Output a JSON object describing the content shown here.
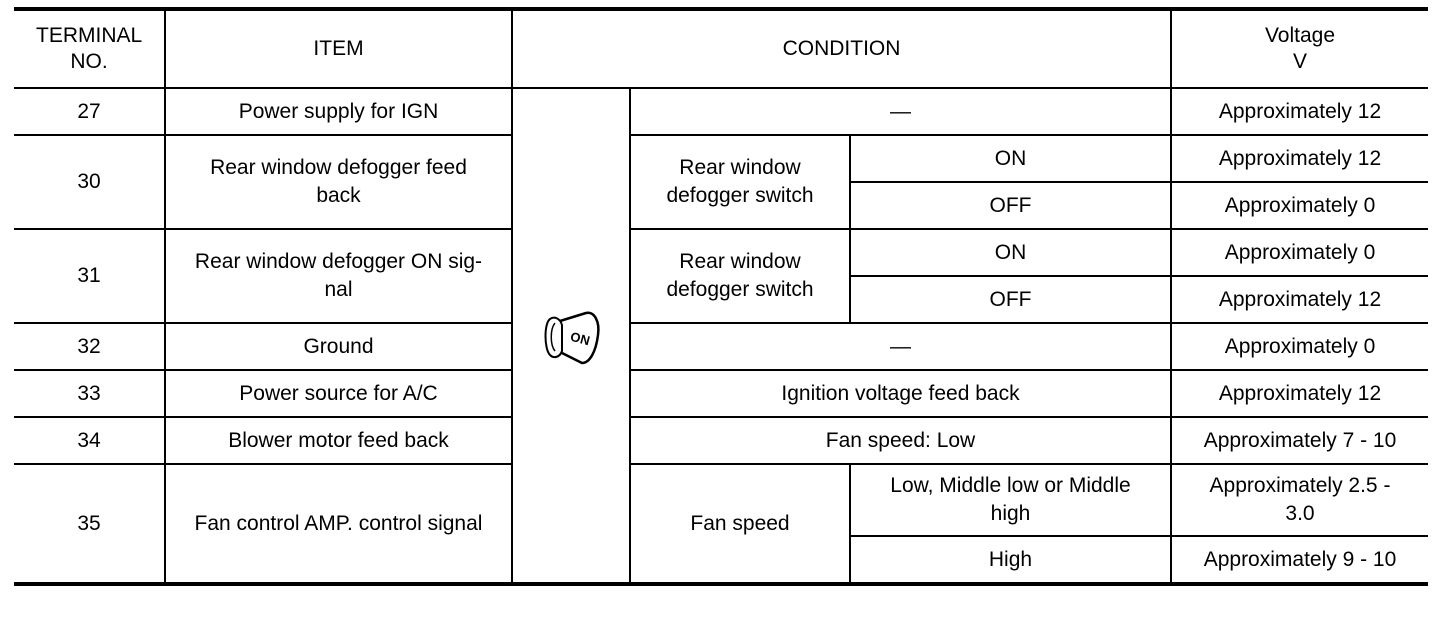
{
  "table": {
    "headers": {
      "terminal": "TERMINAL NO.",
      "item": "ITEM",
      "condition": "CONDITION",
      "voltage_line1": "Voltage",
      "voltage_line2": "V"
    },
    "key_icon": {
      "name": "ignition-key-on-icon",
      "label": "ON"
    },
    "rows": {
      "r27": {
        "terminal": "27",
        "item": "Power supply for IGN",
        "condition": "—",
        "voltage": "Approximately 12"
      },
      "r30": {
        "terminal": "30",
        "item": "Rear window defogger feed back",
        "condition": "Rear window defogger switch",
        "on": "ON",
        "on_voltage": "Approximately 12",
        "off": "OFF",
        "off_voltage": "Approximately 0"
      },
      "r31": {
        "terminal": "31",
        "item": "Rear window defogger ON sig-nal",
        "condition": "Rear window defogger switch",
        "on": "ON",
        "on_voltage": "Approximately 0",
        "off": "OFF",
        "off_voltage": "Approximately 12"
      },
      "r32": {
        "terminal": "32",
        "item": "Ground",
        "condition": "—",
        "voltage": "Approximately 0"
      },
      "r33": {
        "terminal": "33",
        "item": "Power source for A/C",
        "condition": "Ignition voltage feed back",
        "voltage": "Approximately 12"
      },
      "r34": {
        "terminal": "34",
        "item": "Blower motor feed back",
        "condition": "Fan speed: Low",
        "voltage": "Approximately 7 - 10"
      },
      "r35": {
        "terminal": "35",
        "item": "Fan control AMP. control signal",
        "condition": "Fan speed",
        "sub1": "Low, Middle low or Middle high",
        "sub1_voltage": "Approximately 2.5 - 3.0",
        "sub2": "High",
        "sub2_voltage": "Approximately 9 - 10"
      }
    }
  }
}
